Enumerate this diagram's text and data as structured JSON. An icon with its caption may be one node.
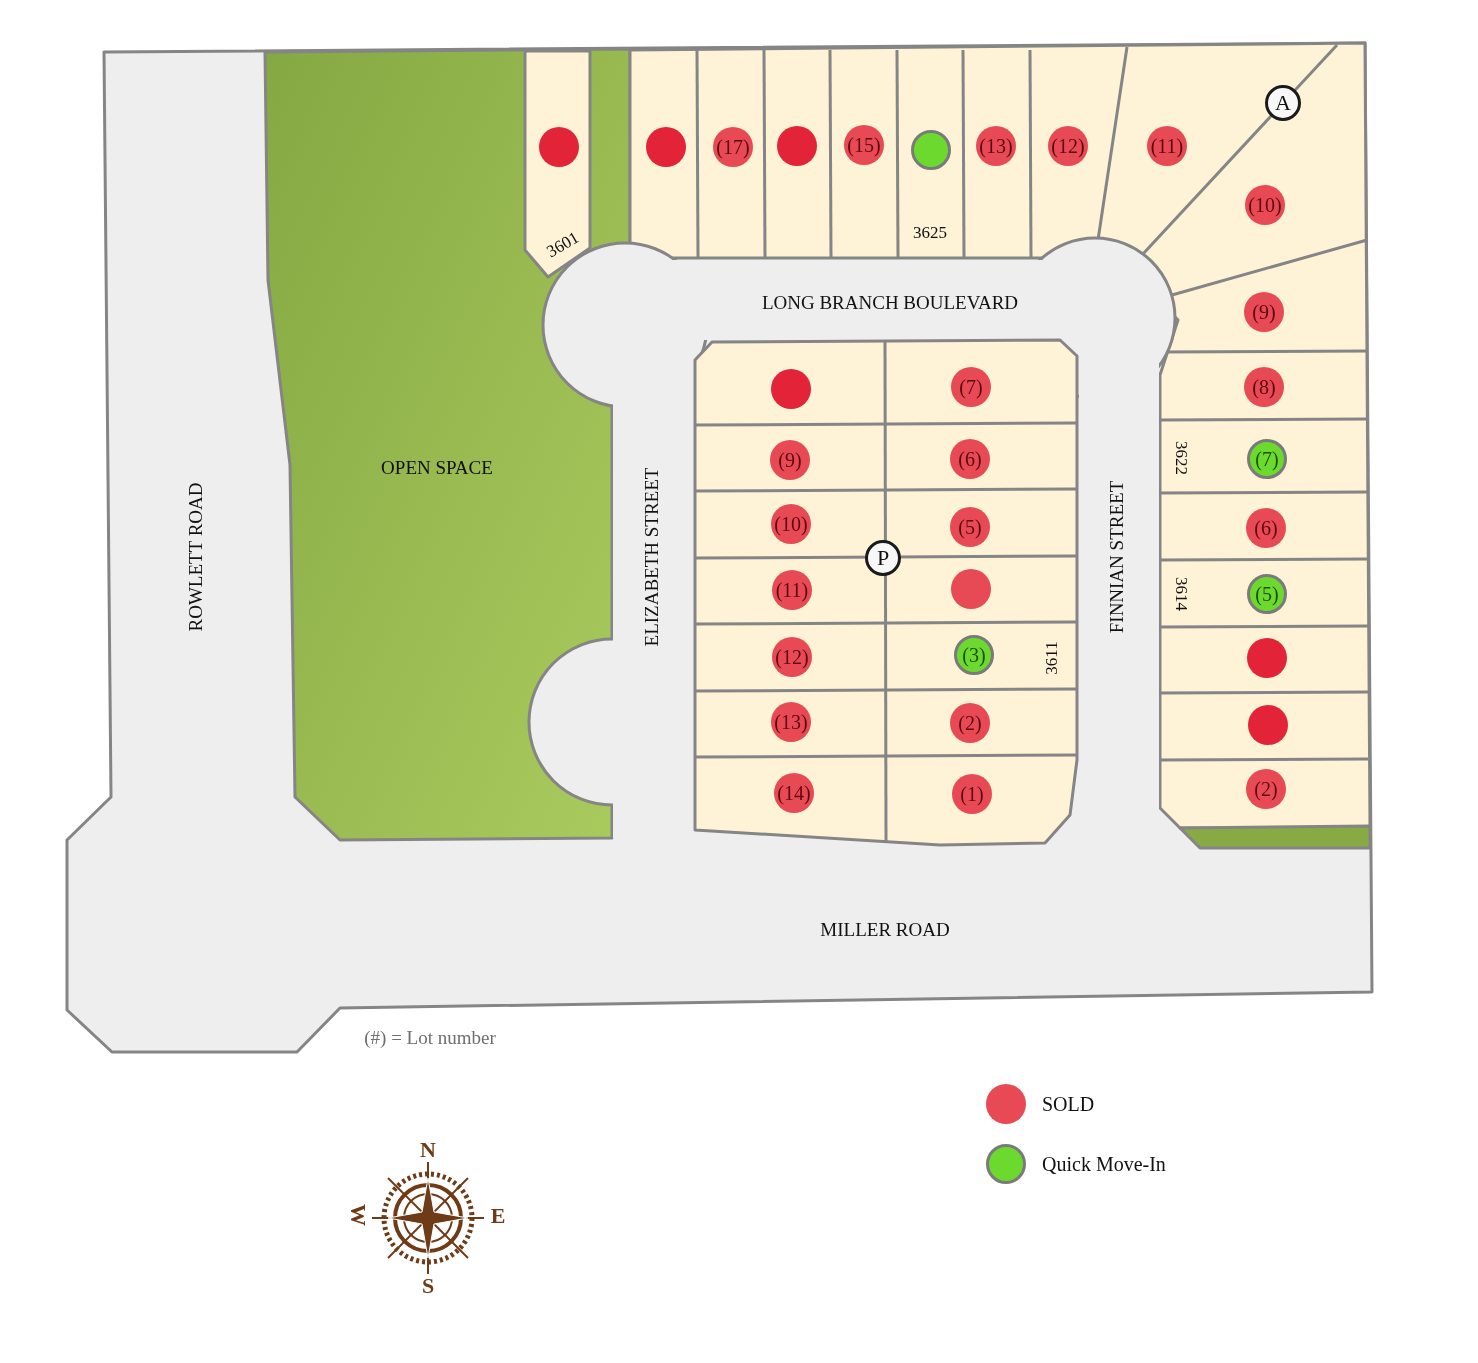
{
  "diagram": {
    "nodes": [
      {
        "text": [],
        "shape": "circle"
      },
      {
        "text": [],
        "shape": "circle"
      },
      {
        "text": [
          "(17)"
        ]
      },
      {
        "text": [],
        "shape": "circle"
      },
      {
        "text": [
          "(15)"
        ]
      },
      {
        "text": [],
        "shape": "circle"
      },
      {
        "text": [
          "(13)"
        ]
      },
      {
        "text": [
          "(12)"
        ]
      },
      {
        "text": [
          "(11)"
        ]
      },
      {
        "text": [
          "A"
        ]
      },
      {
        "text": [
          "(10)"
        ]
      },
      {
        "text": [
          "LONG BRANCH BOULEVARD"
        ]
      },
      {
        "text": [
          "(9)"
        ]
      },
      {
        "text": [
          "(8)"
        ]
      },
      {
        "text": [
          "(7)"
        ]
      },
      {
        "text": [
          "(6)"
        ]
      },
      {
        "text": [
          "(5)"
        ]
      },
      {
        "text": [],
        "shape": "circle"
      },
      {
        "text": [],
        "shape": "circle"
      },
      {
        "text": [
          "(2)"
        ]
      },
      {
        "text": [
          "ROWLETT ROAD"
        ]
      },
      {
        "text": [
          "OPEN SPACE"
        ]
      },
      {
        "text": [
          "ELIZABETH STREET"
        ]
      },
      {
        "text": [
          "FINNIAN STREET"
        ]
      },
      {
        "text": [],
        "shape": "circle"
      },
      {
        "text": [
          "(7)"
        ]
      },
      {
        "text": [
          "(9)"
        ]
      },
      {
        "text": [
          "(6)"
        ]
      },
      {
        "text": [
          "(10)"
        ]
      },
      {
        "text": [
          "(5)"
        ]
      },
      {
        "text": [
          "P"
        ]
      },
      {
        "text": [
          "(11)"
        ]
      },
      {
        "text": [],
        "shape": "circle"
      },
      {
        "text": [
          "(12)"
        ]
      },
      {
        "text": [
          "(3)"
        ]
      },
      {
        "text": [
          "(13)"
        ]
      },
      {
        "text": [
          "(2)"
        ]
      },
      {
        "text": [
          "(14)"
        ]
      },
      {
        "text": [
          "(1)"
        ]
      },
      {
        "text": [
          "MILLER ROAD"
        ]
      }
    ],
    "labels": [
      "3601",
      "3625",
      "3622",
      "3614",
      "3611",
      "(#) = Lot number",
      "N",
      "W",
      "E",
      "S"
    ],
    "legend": [
      {
        "text": "SOLD",
        "color": "#e84a55"
      },
      {
        "text": "Quick Move-In",
        "color": "#6cd92e"
      }
    ]
  }
}
